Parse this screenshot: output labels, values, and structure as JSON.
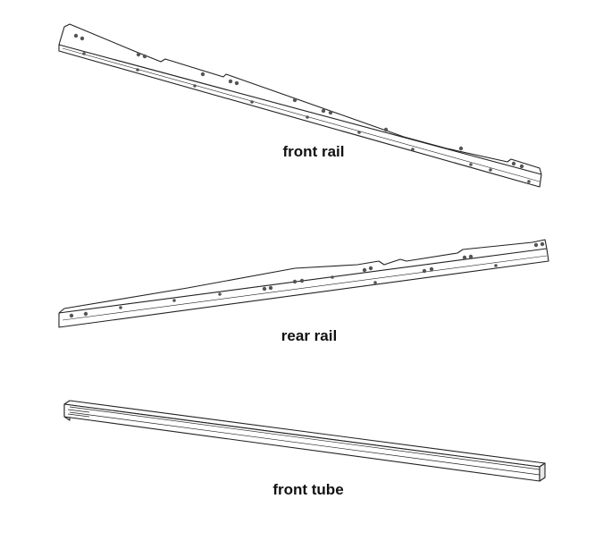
{
  "parts": [
    {
      "id": "front-rail",
      "label": "front rail"
    },
    {
      "id": "rear-rail",
      "label": "rear rail"
    },
    {
      "id": "front-tube",
      "label": "front tube"
    }
  ]
}
